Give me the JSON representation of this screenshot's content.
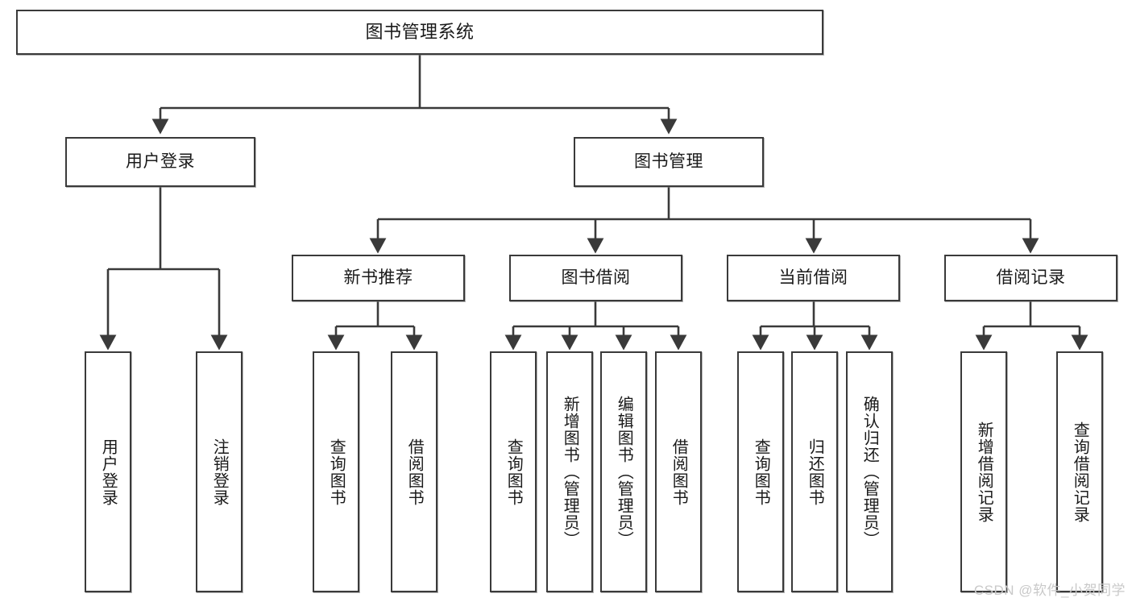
{
  "diagram": {
    "title": "图书管理系统",
    "type": "tree-hierarchy-diagram",
    "colors": {
      "box_border": "#3a3a3a",
      "box_fill": "#ffffff",
      "edge": "#3a3a3a",
      "text": "#1a1a1a",
      "watermark": "#c9c9c9",
      "background": "#ffffff"
    },
    "nodes": {
      "root": {
        "label": "图书管理系统"
      },
      "level2": [
        {
          "id": "user-login",
          "label": "用户登录"
        },
        {
          "id": "book-management",
          "label": "图书管理"
        }
      ],
      "level3": [
        {
          "id": "new-book-recommend",
          "label": "新书推荐"
        },
        {
          "id": "book-borrow",
          "label": "图书借阅"
        },
        {
          "id": "current-borrow",
          "label": "当前借阅"
        },
        {
          "id": "borrow-record",
          "label": "借阅记录"
        }
      ],
      "leaves": {
        "user_login": [
          {
            "id": "leaf-user-login",
            "label": "用户登录"
          },
          {
            "id": "leaf-logout-login",
            "label": "注销登录"
          }
        ],
        "new_book_recommend": [
          {
            "id": "leaf-query-book-1",
            "label": "查询图书"
          },
          {
            "id": "leaf-borrow-book-1",
            "label": "借阅图书"
          }
        ],
        "book_borrow": [
          {
            "id": "leaf-query-book-2",
            "label": "查询图书"
          },
          {
            "id": "leaf-add-book",
            "label": "新增图书（管理员）"
          },
          {
            "id": "leaf-edit-book",
            "label": "编辑图书（管理员）"
          },
          {
            "id": "leaf-borrow-book-2",
            "label": "借阅图书"
          }
        ],
        "current_borrow": [
          {
            "id": "leaf-query-book-3",
            "label": "查询图书"
          },
          {
            "id": "leaf-return-book",
            "label": "归还图书"
          },
          {
            "id": "leaf-confirm-return",
            "label": "确认归还（管理员）"
          }
        ],
        "borrow_record": [
          {
            "id": "leaf-add-record",
            "label": "新增借阅记录"
          },
          {
            "id": "leaf-query-record",
            "label": "查询借阅记录"
          }
        ]
      }
    },
    "watermark": "CSDN @软件_小贺同学"
  }
}
